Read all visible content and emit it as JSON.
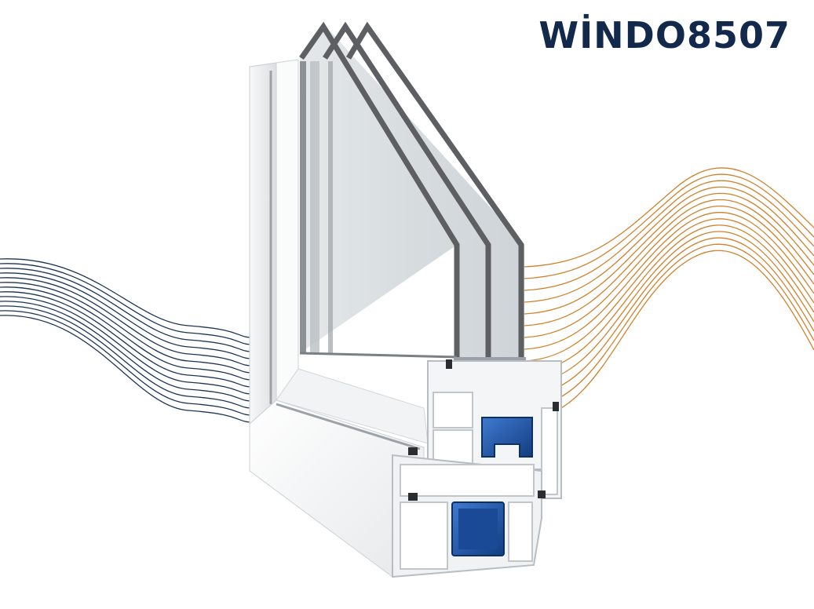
{
  "brand": {
    "name": "WİNDO8507",
    "color": "#13294b"
  },
  "colors": {
    "cold_wave": "#1b3556",
    "warm_wave": "#d0812a",
    "frame_white": "#f3f4f5",
    "glass": "#cfd6da",
    "glass_edge": "#5d5f62",
    "steel_core": "#1f56a8"
  },
  "illustration": {
    "subject": "window-profile-cross-section",
    "glass_panes": 3
  }
}
